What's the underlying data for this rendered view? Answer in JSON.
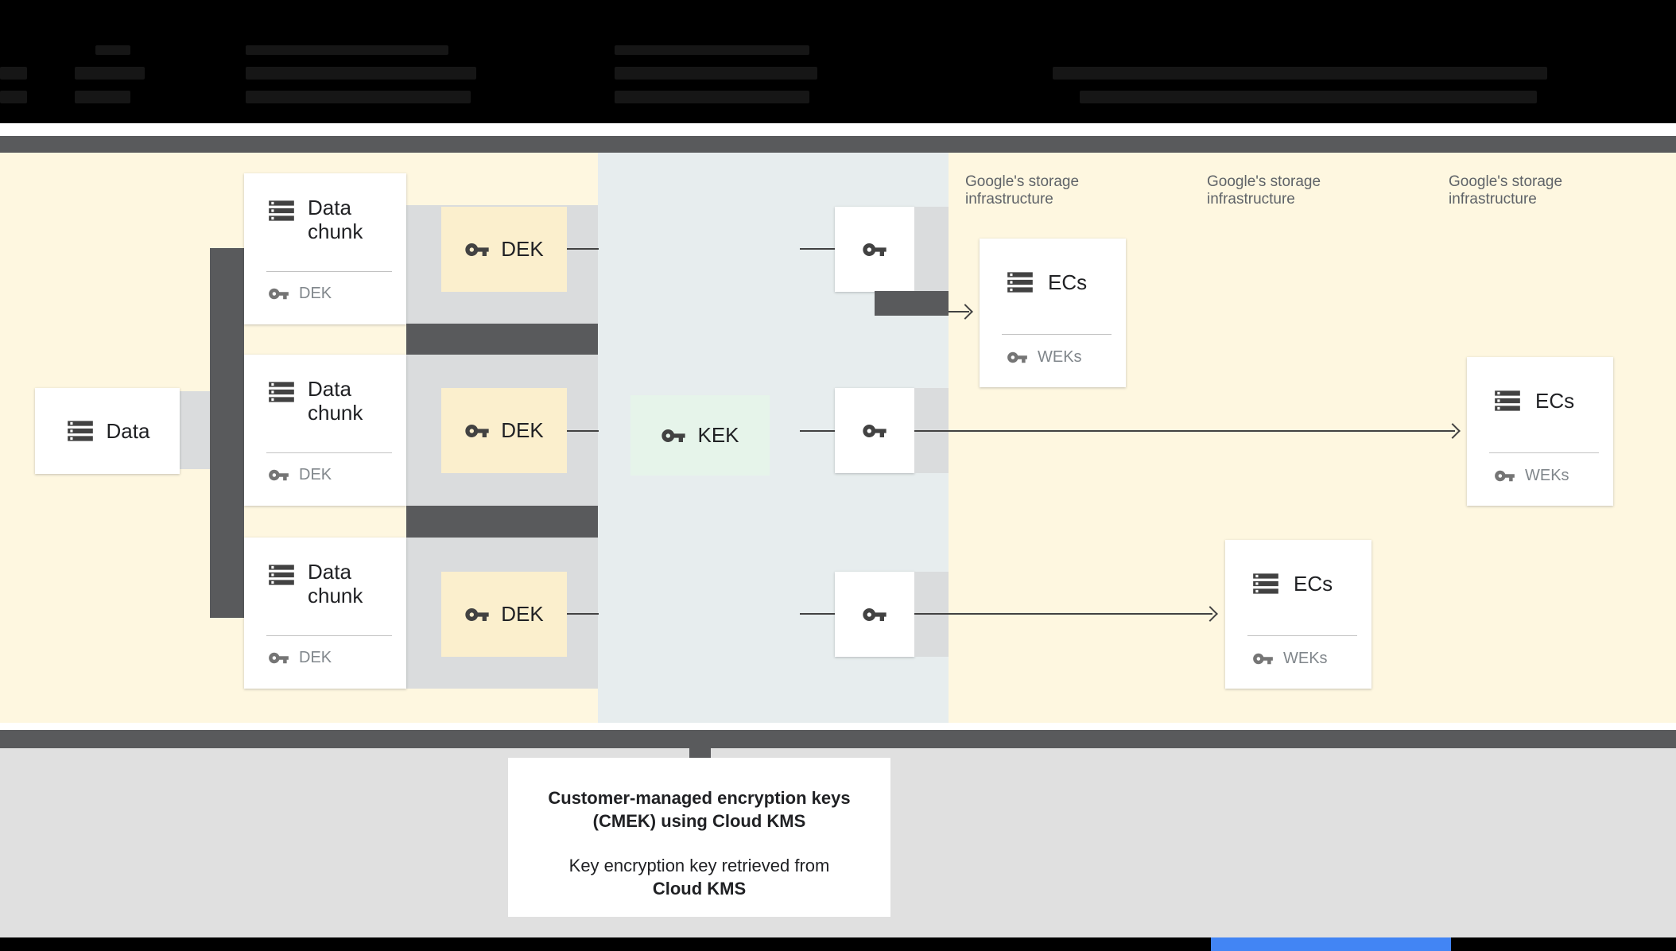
{
  "diagram": {
    "data_box": {
      "label": "Data"
    },
    "chunks": [
      {
        "title": "Data chunk",
        "key_label": "DEK"
      },
      {
        "title": "Data chunk",
        "key_label": "DEK"
      },
      {
        "title": "Data chunk",
        "key_label": "DEK"
      }
    ],
    "dek_boxes": [
      {
        "label": "DEK"
      },
      {
        "label": "DEK"
      },
      {
        "label": "DEK"
      }
    ],
    "kek_box": {
      "label": "KEK"
    },
    "storage_headers": [
      {
        "text": "Google's storage infrastructure"
      },
      {
        "text": "Google's storage infrastructure"
      },
      {
        "text": "Google's storage infrastructure"
      }
    ],
    "ecs_boxes": [
      {
        "title": "ECs",
        "key_label": "WEKs"
      },
      {
        "title": "ECs",
        "key_label": "WEKs"
      },
      {
        "title": "ECs",
        "key_label": "WEKs"
      }
    ]
  },
  "callout": {
    "heading_line1": "Customer-managed encryption keys",
    "heading_line2": "(CMEK) using Cloud KMS",
    "body_line1": "Key encryption key retrieved from",
    "body_line2": "Cloud KMS"
  },
  "colors": {
    "background_cream": "#FEF7E0",
    "kms_band": "#E7EDEE",
    "dark_gray": "#595A5C",
    "light_gray": "#DADCDD",
    "dek_fill": "#FBEFCD",
    "kek_fill": "#E6F4EA",
    "accent_blue": "#4285F4"
  }
}
